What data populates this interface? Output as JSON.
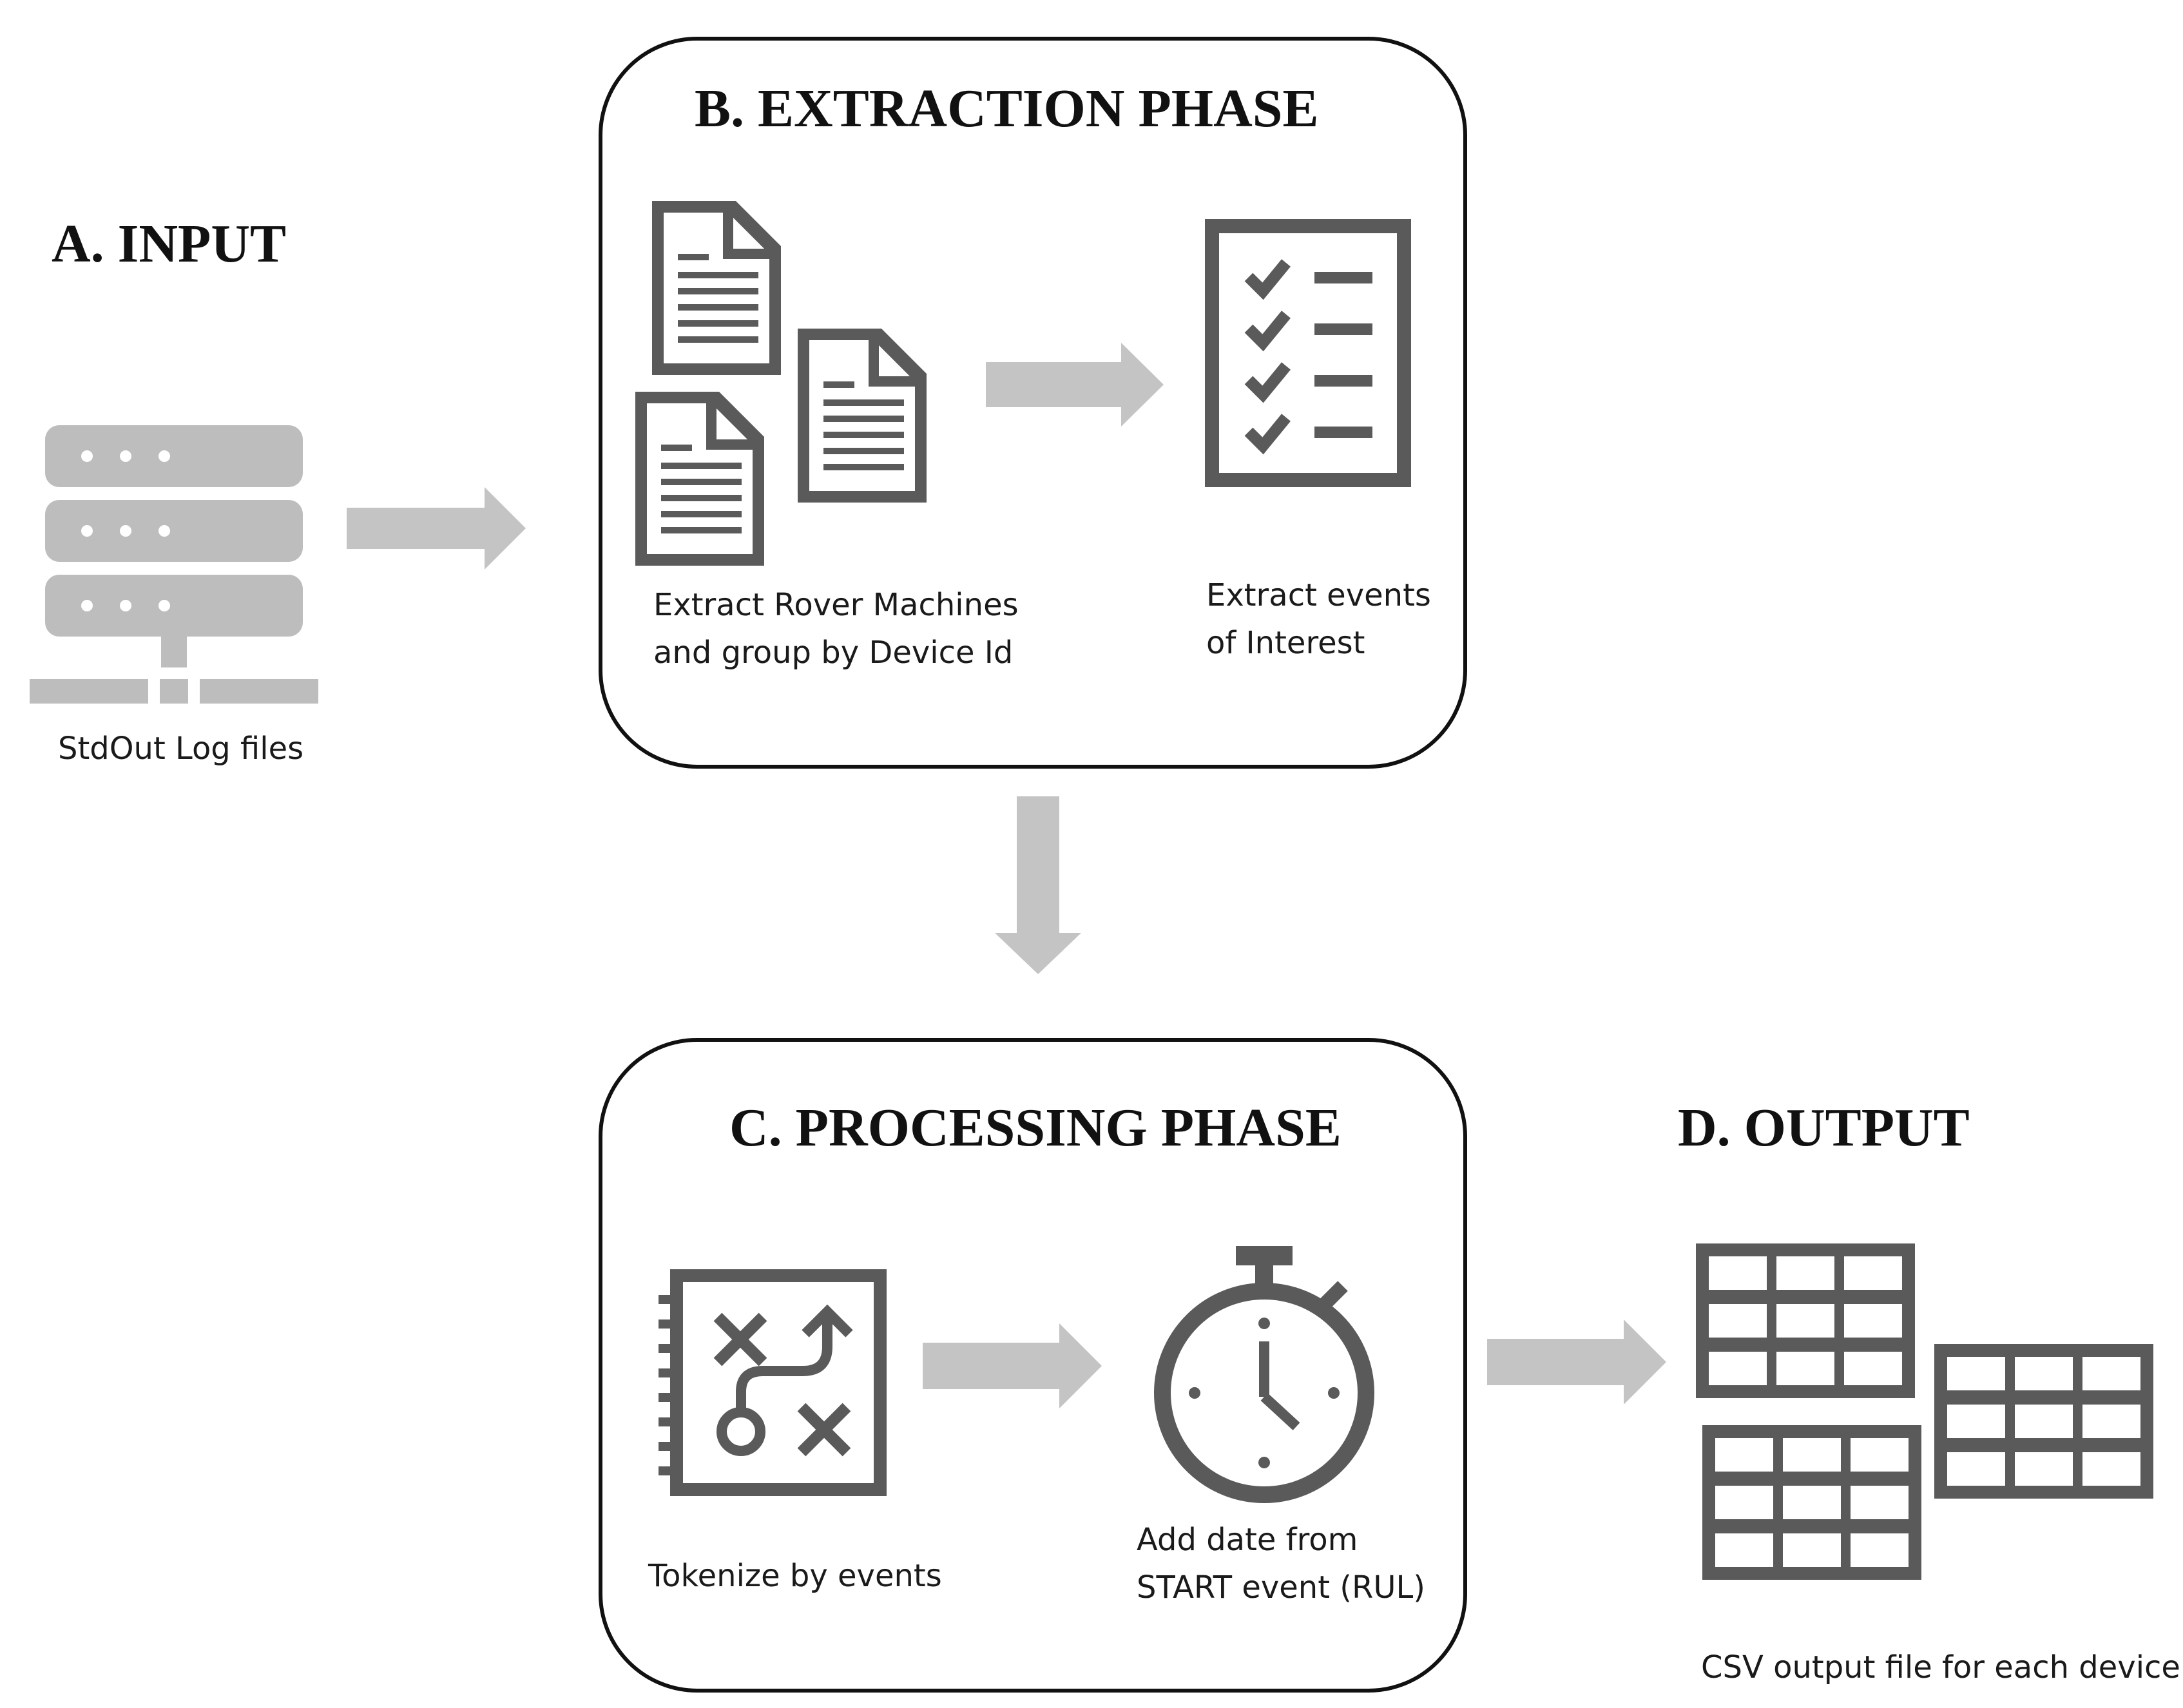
{
  "colors": {
    "icon_dark": "#5a5a5a",
    "icon_light": "#bdbdbd",
    "arrow": "#c4c4c4",
    "box_stroke": "#111111",
    "text": "#111111"
  },
  "input": {
    "heading": "A. INPUT",
    "icon": "server-icon",
    "caption": "StdOut Log files"
  },
  "extraction": {
    "heading": "B. EXTRACTION PHASE",
    "documents": {
      "icon": "documents-icon",
      "caption_line1": "Extract Rover Machines",
      "caption_line2": "and group  by Device Id"
    },
    "checklist": {
      "icon": "checklist-icon",
      "caption_line1": "Extract events",
      "caption_line2": "of Interest"
    }
  },
  "processing": {
    "heading": "C. PROCESSING PHASE",
    "tokenize": {
      "icon": "strategy-notebook-icon",
      "caption": "Tokenize by events"
    },
    "stopwatch": {
      "icon": "stopwatch-icon",
      "caption_line1": "Add date from",
      "caption_line2": "START event (RUL)"
    }
  },
  "output": {
    "heading": "D. OUTPUT",
    "icon": "tables-icon",
    "caption": "CSV output file for each device"
  }
}
